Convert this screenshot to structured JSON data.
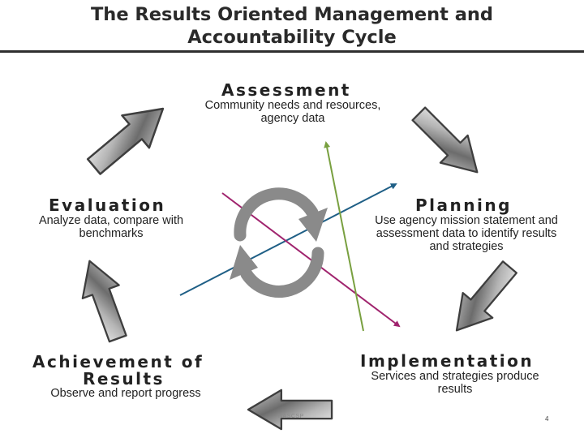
{
  "title": {
    "line1": "The Results Oriented Management and",
    "line2": "Accountability Cycle"
  },
  "stages": {
    "assessment": {
      "title": "Assessment",
      "desc1": "Community needs and resources,",
      "desc2": "agency data"
    },
    "planning": {
      "title": "Planning",
      "desc1": "Use agency mission statement and",
      "desc2": "assessment data to identify results",
      "desc3": "and strategies"
    },
    "implementation": {
      "title": "Implementation",
      "desc1": "Services and strategies produce",
      "desc2": "results"
    },
    "achievement": {
      "title1": "Achievement of",
      "title2": "Results",
      "desc1": "Observe and report progress"
    },
    "evaluation": {
      "title": "Evaluation",
      "desc1": "Analyze data, compare with",
      "desc2": "benchmarks"
    }
  },
  "footer": {
    "logo_text": "NASCSP",
    "page_number": "4"
  },
  "colors": {
    "blue_line": "#1f5f86",
    "magenta_line": "#a0246e",
    "green_line": "#79a040",
    "cycle_icon": "#8a8a8a",
    "arrow_metal": "#9a9a9a"
  },
  "icons": {
    "center": "refresh-cycle-icon",
    "flow_arrows": "metallic-block-arrow-icon"
  }
}
